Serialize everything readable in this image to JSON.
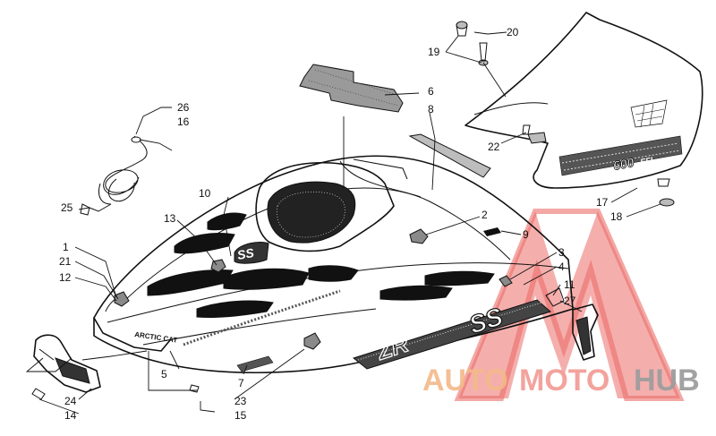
{
  "callouts": [
    {
      "id": "n1",
      "text": "1"
    },
    {
      "id": "n2",
      "text": "2"
    },
    {
      "id": "n3",
      "text": "3"
    },
    {
      "id": "n4",
      "text": "4"
    },
    {
      "id": "n5",
      "text": "5"
    },
    {
      "id": "n6",
      "text": "6"
    },
    {
      "id": "n7",
      "text": "7"
    },
    {
      "id": "n8",
      "text": "8"
    },
    {
      "id": "n9",
      "text": "9"
    },
    {
      "id": "n10",
      "text": "10"
    },
    {
      "id": "n11",
      "text": "11"
    },
    {
      "id": "n12",
      "text": "12"
    },
    {
      "id": "n13",
      "text": "13"
    },
    {
      "id": "n14",
      "text": "14"
    },
    {
      "id": "n15",
      "text": "15"
    },
    {
      "id": "n16",
      "text": "16"
    },
    {
      "id": "n17",
      "text": "17"
    },
    {
      "id": "n18",
      "text": "18"
    },
    {
      "id": "n19",
      "text": "19"
    },
    {
      "id": "n20",
      "text": "20"
    },
    {
      "id": "n21",
      "text": "21"
    },
    {
      "id": "n22",
      "text": "22"
    },
    {
      "id": "n23",
      "text": "23"
    },
    {
      "id": "n24",
      "text": "24"
    },
    {
      "id": "n25",
      "text": "25"
    },
    {
      "id": "n26",
      "text": "26"
    },
    {
      "id": "n27",
      "text": "27"
    }
  ],
  "decals": {
    "brand": "ARCTIC CAT",
    "windshield_model": "600",
    "windshield_suffix": "EFI",
    "side_model": "ZR",
    "ss": "SS"
  },
  "watermark": {
    "auto": "AUTO",
    "moto": "MOTO",
    "hub": "HUB",
    "colors": {
      "auto": "#f3b98a",
      "moto": "#f29a93",
      "hub": "#9e9e9e",
      "triangle": "#e8534f"
    }
  }
}
